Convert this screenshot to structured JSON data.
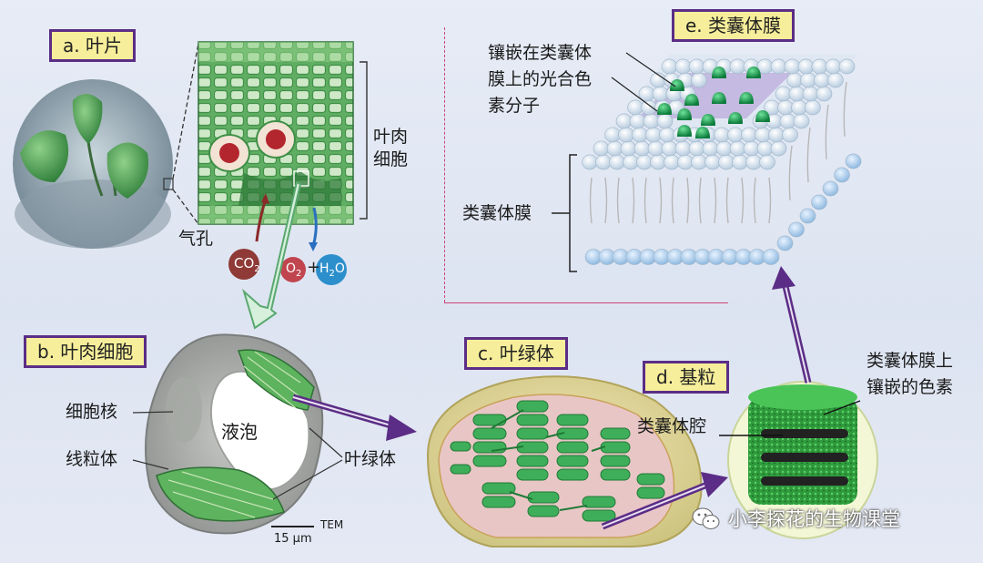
{
  "panels": {
    "a": "a. 叶片",
    "b": "b.  叶肉细胞",
    "c": "c.  叶绿体",
    "d": "d.  基粒",
    "e": "e.  类囊体膜"
  },
  "labels": {
    "mesophyll_cell": "叶肉\n细胞",
    "stoma": "气孔",
    "co2": "CO",
    "co2_sub": "2",
    "o2": "O",
    "o2_sub": "2",
    "plus": "+",
    "h2o_h": "H",
    "h2o_sub": "2",
    "h2o_o": "O",
    "nucleus": "细胞核",
    "vacuole": "液泡",
    "mitochondria": "线粒体",
    "chloroplast": "叶绿体",
    "scale_bar": "15 μm",
    "tem": "TEM",
    "thylakoid_lumen": "类囊体腔",
    "pigment_on_membrane": "类囊体膜上\n镶嵌的色素",
    "thylakoid_membrane": "类囊体膜",
    "pigment_molecules": "镶嵌在类囊体\n膜上的光合色\n素分子"
  },
  "watermark": "小李探花的生物课堂",
  "colors": {
    "label_bg": "#f6ee9a",
    "label_border": "#5b2d86",
    "arrow_purple": "#5b2d86",
    "leaf_green": "#4aa35a",
    "lipid_blue": "#bcd6ee"
  }
}
